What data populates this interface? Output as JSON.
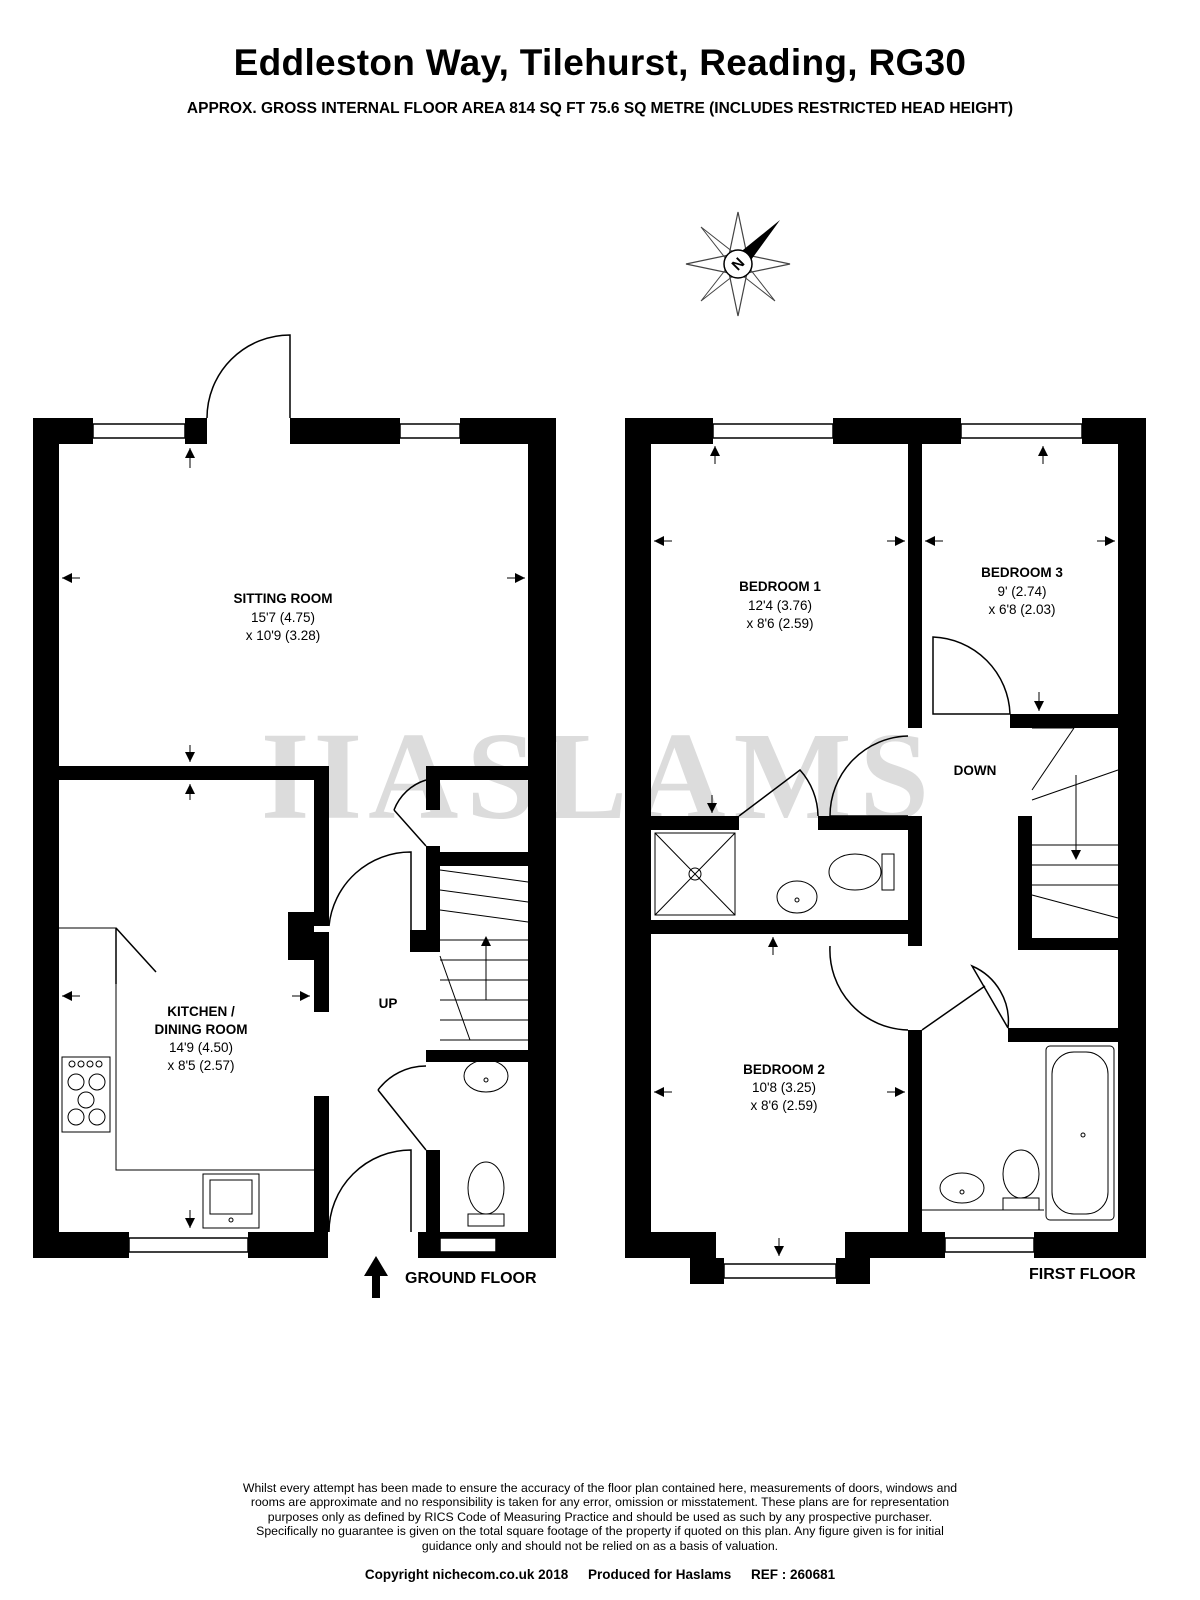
{
  "title": "Eddleston Way, Tilehurst, Reading, RG30",
  "subtitle": "APPROX. GROSS INTERNAL FLOOR AREA 814  SQ FT 75.6 SQ METRE (INCLUDES RESTRICTED HEAD HEIGHT)",
  "watermark": "HASLAMS",
  "compass": {
    "label": "N"
  },
  "ground_floor": {
    "label": "GROUND FLOOR",
    "stairs_label": "UP",
    "rooms": [
      {
        "name": "SITTING ROOM",
        "dim1": "15'7 (4.75)",
        "dim2": "x 10'9 (3.28)"
      },
      {
        "name": "KITCHEN /",
        "name2": "DINING ROOM",
        "dim1": "14'9 (4.50)",
        "dim2": "x 8'5 (2.57)"
      }
    ]
  },
  "first_floor": {
    "label": "FIRST FLOOR",
    "stairs_label": "DOWN",
    "rooms": [
      {
        "name": "BEDROOM 1",
        "dim1": "12'4 (3.76)",
        "dim2": "x 8'6 (2.59)"
      },
      {
        "name": "BEDROOM 3",
        "dim1": "9' (2.74)",
        "dim2": "x 6'8 (2.03)"
      },
      {
        "name": "BEDROOM 2",
        "dim1": "10'8 (3.25)",
        "dim2": "x 8'6 (2.59)"
      }
    ]
  },
  "disclaimer": [
    "Whilst every attempt has been made to ensure the accuracy of the floor plan contained here, measurements of doors, windows and",
    "rooms are approximate and no responsibility is taken for any error, omission or misstatement. These plans are for representation",
    "purposes only as defined by RICS Code of Measuring Practice and should be used as such by any prospective purchaser.",
    "Specifically no guarantee is given on the total square footage of the property if quoted on this plan. Any figure given is for initial",
    "guidance only and should not be relied on as a basis of valuation."
  ],
  "footer": {
    "copyright": "Copyright nichecom.co.uk 2018",
    "produced": "Produced for Haslams",
    "ref": "REF : 260681"
  },
  "colors": {
    "wall": "#000000",
    "watermark": "#dcdcdc",
    "background": "#ffffff"
  }
}
